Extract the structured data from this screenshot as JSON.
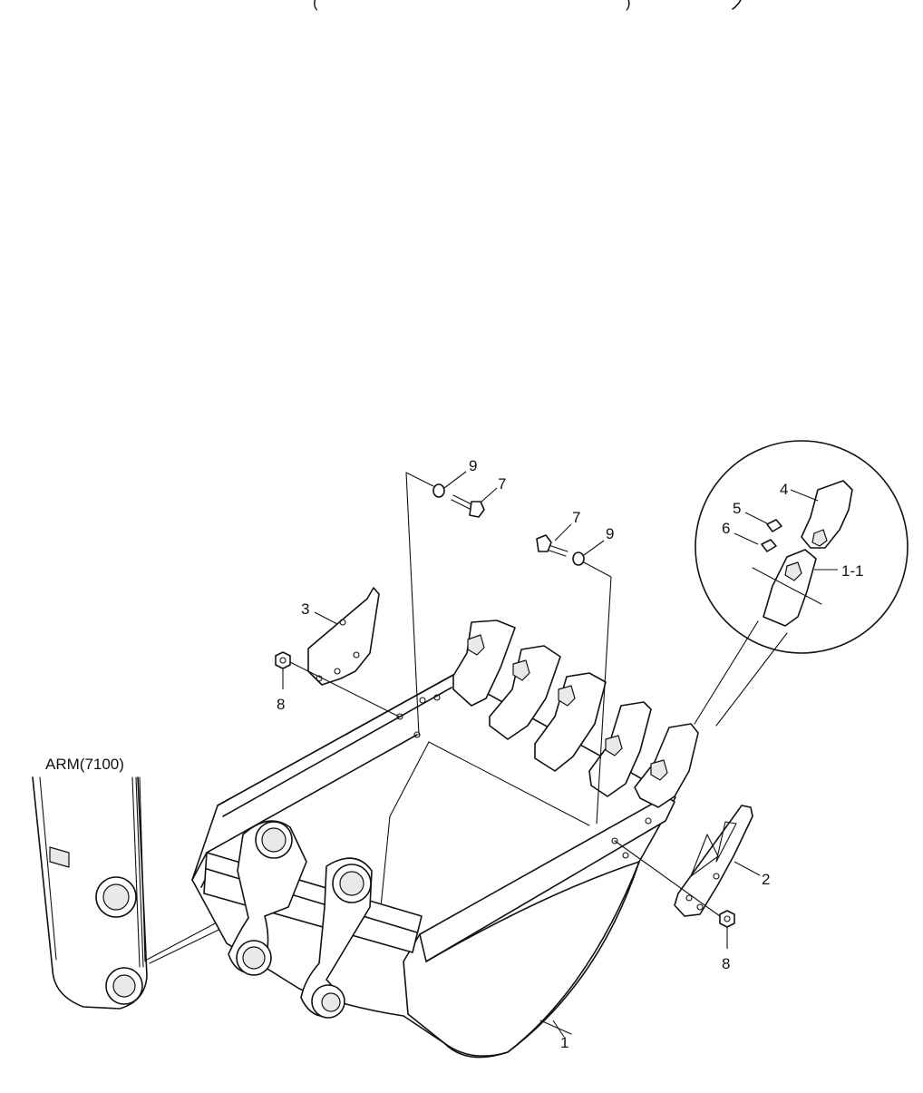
{
  "top_caption": "(",
  "top_caption_right": ")",
  "arm_label": "ARM(7100)",
  "callouts": {
    "c1": "1",
    "c1_1": "1-1",
    "c2": "2",
    "c3": "3",
    "c4": "4",
    "c5": "5",
    "c6": "6",
    "c7a": "7",
    "c7b": "7",
    "c8a": "8",
    "c8b": "8",
    "c9a": "9",
    "c9b": "9"
  }
}
